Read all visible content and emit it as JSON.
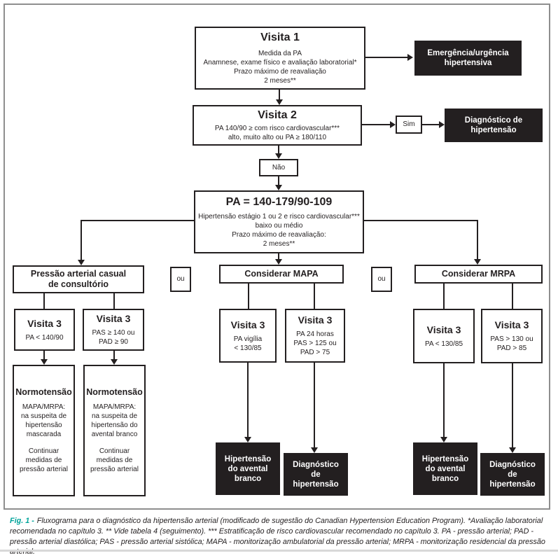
{
  "colors": {
    "ink": "#231f20",
    "black_box": "#231f20",
    "teal_accent": "#00a39a",
    "frame_gray": "#8e8e8e",
    "separator_gray": "#d8d8d8"
  },
  "caption": {
    "label": "Fig. 1 -",
    "text": "Fluxograma para o diagnóstico da hipertensão arterial (modificado de sugestão do Canadian Hypertension Education Program). *Avaliação laboratorial recomendada no capítulo 3. ** Vide tabela 4 (seguimento). *** Estratificação de risco cardiovascular recomendado no capítulo 3. PA - pressão arterial; PAD - pressão arterial diastólica; PAS - pressão arterial sistólica; MAPA - monitorização ambulatorial da pressão arterial; MRPA - monitorização residencial da pressão arterial."
  },
  "fc": {
    "visita1": {
      "title": "Visita 1",
      "lines": [
        "Medida da PA",
        "Anamnese, exame físico e avaliação laboratorial*",
        "Prazo máximo de reavaliação",
        "2 meses**"
      ]
    },
    "emergencia": {
      "lines": [
        "Emergência/urgência",
        "hipertensiva"
      ]
    },
    "visita2": {
      "title": "Visita 2",
      "lines": [
        "PA 140/90 ≥ com risco cardiovascular***",
        "alto, muito alto ou PA ≥ 180/110"
      ]
    },
    "sim": "Sim",
    "nao": "Não",
    "diagnostico_top": {
      "lines": [
        "Diagnóstico de",
        "hipertensão"
      ]
    },
    "pa": {
      "title": "PA = 140-179/90-109",
      "lines": [
        "Hipertensão estágio 1 ou 2 e risco cardiovascular***",
        "baixo ou médio",
        "Prazo máximo de reavaliação:",
        "2 meses**"
      ]
    },
    "ou": "ou",
    "casual": {
      "lines": [
        "Pressão arterial casual",
        "de consultório"
      ]
    },
    "mapa": "Considerar MAPA",
    "mrpa": "Considerar MRPA",
    "v3_casual_left": {
      "title": "Visita 3",
      "lines": [
        "PA < 140/90"
      ]
    },
    "v3_casual_right": {
      "title": "Visita 3",
      "lines": [
        "PAS ≥ 140 ou",
        "PAD ≥ 90"
      ]
    },
    "normo_left": {
      "title": "Normotensão",
      "p1": [
        "MAPA/MRPA:",
        "na suspeita de",
        "hipertensão",
        "mascarada"
      ],
      "p2": [
        "Continuar",
        "medidas de",
        "pressão arterial"
      ]
    },
    "normo_right": {
      "title": "Normotensão",
      "p1": [
        "MAPA/MRPA:",
        "na suspeita de",
        "hipertensão do",
        "avental branco"
      ],
      "p2": [
        "Continuar",
        "medidas de",
        "pressão arterial"
      ]
    },
    "v3_mapa_left": {
      "title": "Visita 3",
      "lines": [
        "PA vigília",
        "< 130/85"
      ]
    },
    "v3_mapa_right": {
      "title": "Visita 3",
      "lines": [
        "PA 24 horas",
        "PAS > 125 ou",
        "PAD > 75"
      ]
    },
    "v3_mrpa_left": {
      "title": "Visita 3",
      "lines": [
        "PA < 130/85"
      ]
    },
    "v3_mrpa_right": {
      "title": "Visita 3",
      "lines": [
        "PAS > 130 ou",
        "PAD > 85"
      ]
    },
    "hip_avental": {
      "lines": [
        "Hipertensão",
        "do avental",
        "branco"
      ]
    },
    "diag_hip": {
      "lines": [
        "Diagnóstico",
        "de",
        "hipertensão"
      ]
    }
  }
}
